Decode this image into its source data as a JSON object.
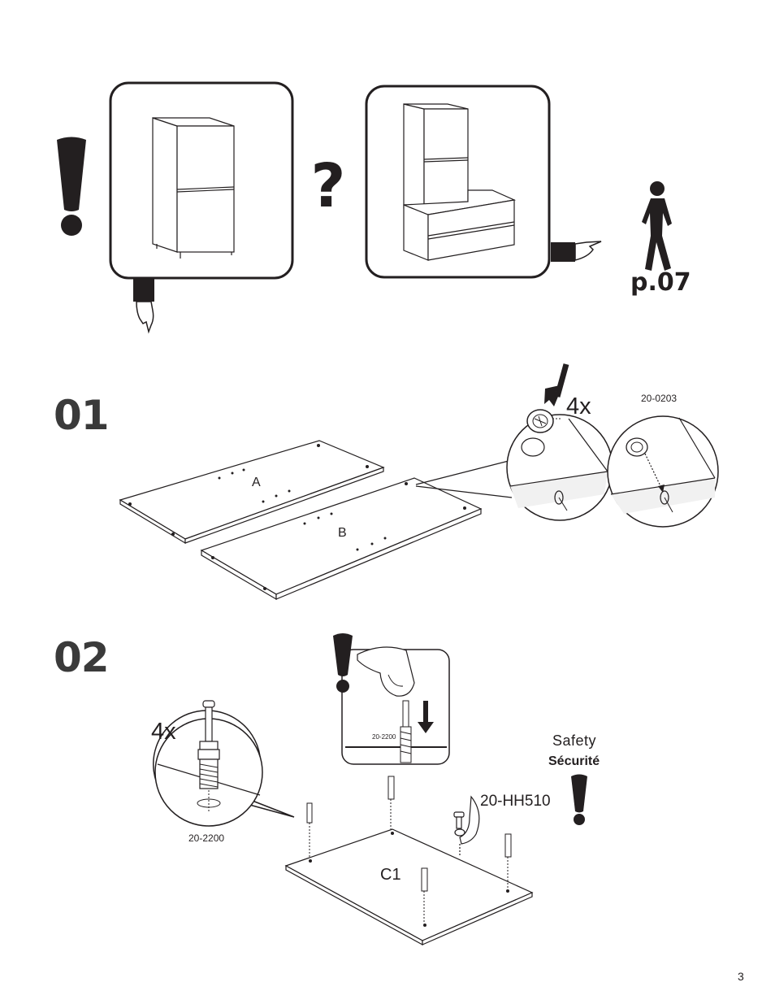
{
  "header": {
    "page_ref": "p.07",
    "question": "?"
  },
  "step01": {
    "number": "01",
    "panel_a": "A",
    "panel_b": "B",
    "count": "4x",
    "part": "20-0203"
  },
  "step02": {
    "number": "02",
    "count": "4x",
    "part_pin": "20-2200",
    "part_inset": "20-2200",
    "panel": "C1",
    "hardware": "20-HH510",
    "safety_en": "Safety",
    "safety_fr": "Sécurité"
  },
  "footer": {
    "page_number": "3"
  }
}
